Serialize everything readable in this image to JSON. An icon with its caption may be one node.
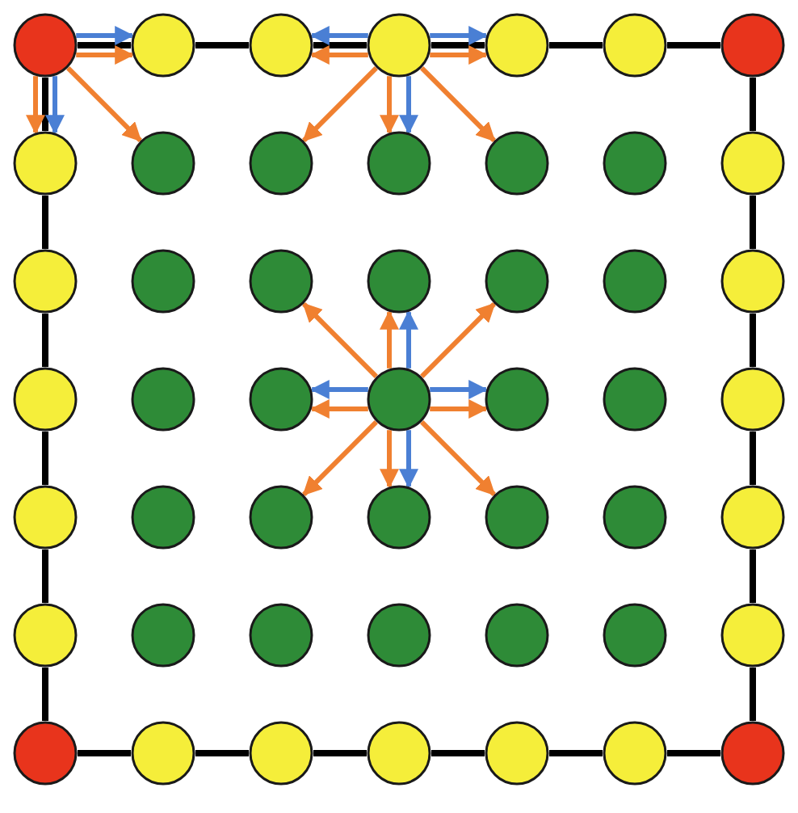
{
  "diagram": {
    "nodes": [
      {
        "text": [],
        "shape": "circle"
      },
      {
        "text": [],
        "shape": "circle"
      },
      {
        "text": [],
        "shape": "circle"
      },
      {
        "text": [],
        "shape": "circle"
      },
      {
        "text": [],
        "shape": "circle"
      },
      {
        "text": [],
        "shape": "circle"
      },
      {
        "text": [],
        "shape": "circle"
      },
      {
        "text": [],
        "shape": "circle"
      },
      {
        "text": [],
        "shape": "circle"
      },
      {
        "text": [],
        "shape": "circle"
      },
      {
        "text": [],
        "shape": "circle"
      },
      {
        "text": [],
        "shape": "circle"
      },
      {
        "text": [],
        "shape": "circle"
      },
      {
        "text": [],
        "shape": "circle"
      },
      {
        "text": [],
        "shape": "circle"
      },
      {
        "text": [],
        "shape": "circle"
      },
      {
        "text": [],
        "shape": "circle"
      },
      {
        "text": [],
        "shape": "circle"
      },
      {
        "text": [],
        "shape": "circle"
      },
      {
        "text": [],
        "shape": "circle"
      },
      {
        "text": [],
        "shape": "circle"
      },
      {
        "text": [],
        "shape": "circle"
      },
      {
        "text": [],
        "shape": "circle"
      },
      {
        "text": [],
        "shape": "circle"
      },
      {
        "text": [],
        "shape": "circle"
      },
      {
        "text": [],
        "shape": "circle"
      },
      {
        "text": [],
        "shape": "circle"
      },
      {
        "text": [],
        "shape": "circle"
      },
      {
        "text": [],
        "shape": "circle"
      },
      {
        "text": [],
        "shape": "circle"
      },
      {
        "text": [],
        "shape": "circle"
      },
      {
        "text": [],
        "shape": "circle"
      },
      {
        "text": [],
        "shape": "circle"
      },
      {
        "text": [],
        "shape": "circle"
      },
      {
        "text": [],
        "shape": "circle"
      },
      {
        "text": [],
        "shape": "circle"
      },
      {
        "text": [],
        "shape": "circle"
      },
      {
        "text": [],
        "shape": "circle"
      },
      {
        "text": [],
        "shape": "circle"
      },
      {
        "text": [],
        "shape": "circle"
      },
      {
        "text": [],
        "shape": "circle"
      },
      {
        "text": [],
        "shape": "circle"
      },
      {
        "text": [],
        "shape": "circle"
      },
      {
        "text": [],
        "shape": "circle"
      },
      {
        "text": [],
        "shape": "circle"
      },
      {
        "text": [],
        "shape": "circle"
      },
      {
        "text": [],
        "shape": "circle"
      },
      {
        "text": [],
        "shape": "circle"
      },
      {
        "text": [],
        "shape": "circle"
      }
    ],
    "edges": [
      {
        "from": 0,
        "to": 1,
        "arrow": "none"
      },
      {
        "from": 1,
        "to": 2,
        "arrow": "none"
      },
      {
        "from": 2,
        "to": 3,
        "arrow": "none"
      },
      {
        "from": 3,
        "to": 4,
        "arrow": "none"
      },
      {
        "from": 4,
        "to": 5,
        "arrow": "none"
      },
      {
        "from": 5,
        "to": 6,
        "arrow": "none"
      },
      {
        "from": 0,
        "to": 7,
        "arrow": "none"
      },
      {
        "from": 7,
        "to": 14,
        "arrow": "none"
      },
      {
        "from": 14,
        "to": 21,
        "arrow": "none"
      },
      {
        "from": 21,
        "to": 28,
        "arrow": "none"
      },
      {
        "from": 28,
        "to": 35,
        "arrow": "none"
      },
      {
        "from": 35,
        "to": 42,
        "arrow": "none"
      },
      {
        "from": 6,
        "to": 13,
        "arrow": "none"
      },
      {
        "from": 13,
        "to": 20,
        "arrow": "none"
      },
      {
        "from": 20,
        "to": 27,
        "arrow": "none"
      },
      {
        "from": 27,
        "to": 34,
        "arrow": "none"
      },
      {
        "from": 34,
        "to": 41,
        "arrow": "none"
      },
      {
        "from": 41,
        "to": 48,
        "arrow": "none"
      },
      {
        "from": 42,
        "to": 43,
        "arrow": "none"
      },
      {
        "from": 43,
        "to": 44,
        "arrow": "none"
      },
      {
        "from": 44,
        "to": 45,
        "arrow": "none"
      },
      {
        "from": 45,
        "to": 46,
        "arrow": "none"
      },
      {
        "from": 46,
        "to": 47,
        "arrow": "none"
      },
      {
        "from": 47,
        "to": 48,
        "arrow": "none"
      },
      {
        "from": 0,
        "to": 1,
        "arrow": "to",
        "color": "#4a7fd4"
      },
      {
        "from": 0,
        "to": 1,
        "arrow": "to",
        "color": "#f08030"
      },
      {
        "from": 0,
        "to": 7,
        "arrow": "to",
        "color": "#4a7fd4"
      },
      {
        "from": 0,
        "to": 7,
        "arrow": "to",
        "color": "#f08030"
      },
      {
        "from": 0,
        "to": 8,
        "arrow": "to",
        "color": "#f08030"
      },
      {
        "from": 3,
        "to": 2,
        "arrow": "to",
        "color": "#4a7fd4"
      },
      {
        "from": 3,
        "to": 2,
        "arrow": "to",
        "color": "#f08030"
      },
      {
        "from": 3,
        "to": 4,
        "arrow": "to",
        "color": "#4a7fd4"
      },
      {
        "from": 3,
        "to": 4,
        "arrow": "to",
        "color": "#f08030"
      },
      {
        "from": 3,
        "to": 10,
        "arrow": "to",
        "color": "#4a7fd4"
      },
      {
        "from": 3,
        "to": 10,
        "arrow": "to",
        "color": "#f08030"
      },
      {
        "from": 3,
        "to": 9,
        "arrow": "to",
        "color": "#f08030"
      },
      {
        "from": 3,
        "to": 11,
        "arrow": "to",
        "color": "#f08030"
      },
      {
        "from": 24,
        "to": 17,
        "arrow": "to",
        "color": "#4a7fd4"
      },
      {
        "from": 24,
        "to": 17,
        "arrow": "to",
        "color": "#f08030"
      },
      {
        "from": 24,
        "to": 23,
        "arrow": "to",
        "color": "#4a7fd4"
      },
      {
        "from": 24,
        "to": 23,
        "arrow": "to",
        "color": "#f08030"
      },
      {
        "from": 24,
        "to": 25,
        "arrow": "to",
        "color": "#4a7fd4"
      },
      {
        "from": 24,
        "to": 25,
        "arrow": "to",
        "color": "#f08030"
      },
      {
        "from": 24,
        "to": 31,
        "arrow": "to",
        "color": "#4a7fd4"
      },
      {
        "from": 24,
        "to": 31,
        "arrow": "to",
        "color": "#f08030"
      },
      {
        "from": 24,
        "to": 16,
        "arrow": "to",
        "color": "#f08030"
      },
      {
        "from": 24,
        "to": 18,
        "arrow": "to",
        "color": "#f08030"
      },
      {
        "from": 24,
        "to": 30,
        "arrow": "to",
        "color": "#f08030"
      },
      {
        "from": 24,
        "to": 32,
        "arrow": "to",
        "color": "#f08030"
      }
    ]
  }
}
